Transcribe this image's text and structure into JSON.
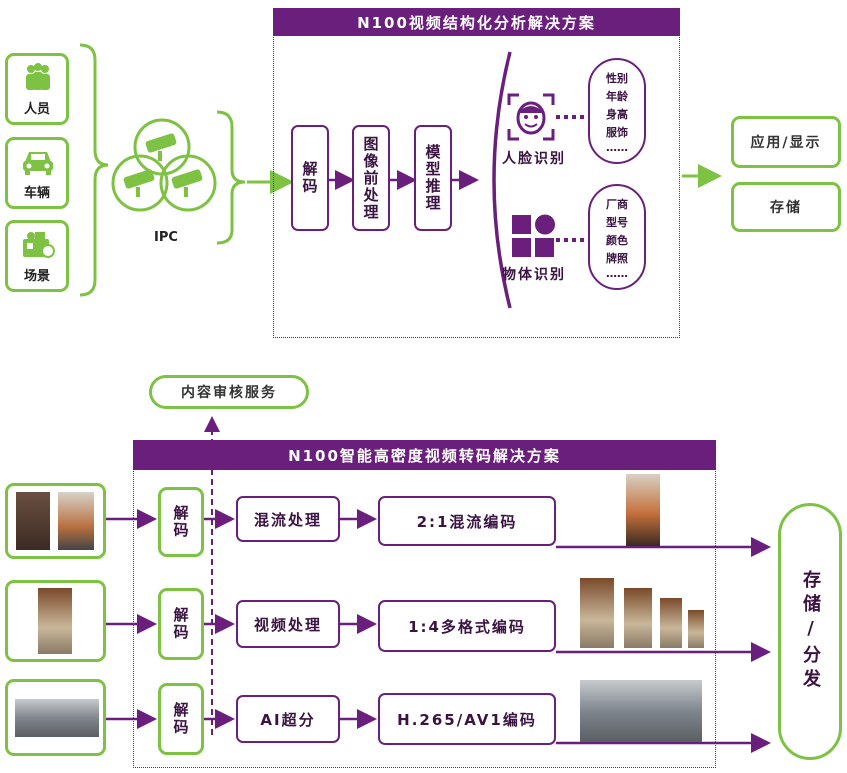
{
  "top": {
    "banner": "N100视频结构化分析解决方案",
    "sources": [
      {
        "label": "人员",
        "icon": "people-icon"
      },
      {
        "label": "车辆",
        "icon": "car-icon"
      },
      {
        "label": "场景",
        "icon": "scene-icon"
      }
    ],
    "ipc_label": "IPC",
    "steps": [
      "解码",
      "图像前处理",
      "模型推理"
    ],
    "face": {
      "label": "人脸识别",
      "attrs": [
        "性别",
        "年龄",
        "身高",
        "服饰",
        "……"
      ]
    },
    "object": {
      "label": "物体识别",
      "attrs": [
        "厂商",
        "型号",
        "颜色",
        "牌照",
        "……"
      ]
    },
    "outputs": [
      "应用/显示",
      "存储"
    ]
  },
  "bottom": {
    "banner": "N100智能高密度视频转码解决方案",
    "audit": "内容审核服务",
    "rows": [
      {
        "decode": "解码",
        "process": "混流处理",
        "encode": "2:1混流编码"
      },
      {
        "decode": "解码",
        "process": "视频处理",
        "encode": "1:4多格式编码"
      },
      {
        "decode": "解码",
        "process": "AI超分",
        "encode": "H.265/AV1编码"
      }
    ],
    "storage": "存储/分发"
  },
  "colors": {
    "green": "#7dc242",
    "purple": "#6b1f7c",
    "dark": "#3a1342"
  }
}
